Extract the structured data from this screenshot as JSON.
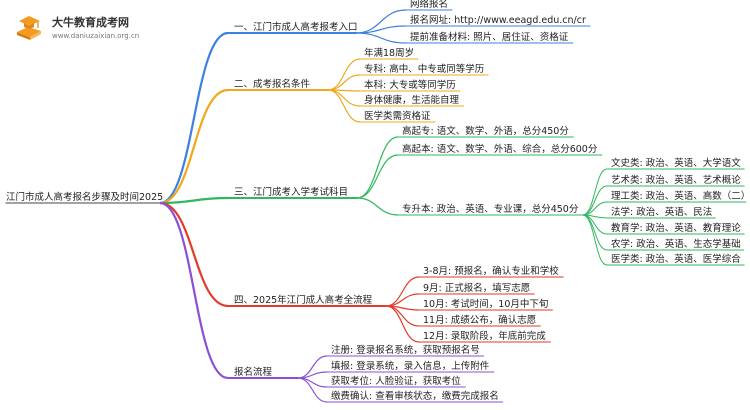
{
  "logo": {
    "title": "大牛教育成考网",
    "url": "www.daniuzaixian.org.cn",
    "icon": "graduation-cap-book-icon"
  },
  "colors": {
    "root_line": "#6a6a6a",
    "b1": "#3f7fe0",
    "b2": "#f0a81c",
    "b3": "#2fb85e",
    "b4": "#e23a2c",
    "b5": "#8c4fd6",
    "logo_orange": "#f59b22"
  },
  "mindmap": {
    "root": "江门市成人高考报名步骤及时间2025",
    "branches": [
      {
        "label": "一、江门市成人高考报考入口",
        "children": [
          {
            "label": "网络报名"
          },
          {
            "label": "报名网址: http://www.eeagd.edu.cn/cr"
          },
          {
            "label": "提前准备材料: 照片、居住证、资格证"
          }
        ]
      },
      {
        "label": "二、成考报名条件",
        "children": [
          {
            "label": "年满18周岁"
          },
          {
            "label": "专科: 高中、中专或同等学历"
          },
          {
            "label": "本科: 大专或等同学历"
          },
          {
            "label": "身体健康，生活能自理"
          },
          {
            "label": "医学类需资格证"
          }
        ]
      },
      {
        "label": "三、江门成考入学考试科目",
        "children": [
          {
            "label": "高起专: 语文、数学、外语，总分450分"
          },
          {
            "label": "高起本: 语文、数学、外语、综合，总分600分"
          },
          {
            "label": "专升本: 政治、英语、专业课，总分450分",
            "children": [
              {
                "label": "文史类: 政治、英语、大学语文"
              },
              {
                "label": "艺术类: 政治、英语、艺术概论"
              },
              {
                "label": "理工类: 政治、英语、高数（二）"
              },
              {
                "label": "法学: 政治、英语、民法"
              },
              {
                "label": "教育学: 政治、英语、教育理论"
              },
              {
                "label": "农学: 政治、英语、生态学基础"
              },
              {
                "label": "医学类: 政治、英语、医学综合"
              }
            ]
          }
        ]
      },
      {
        "label": "四、2025年江门成人高考全流程",
        "children": [
          {
            "label": "3-8月: 预报名，确认专业和学校"
          },
          {
            "label": "9月: 正式报名，填写志愿"
          },
          {
            "label": "10月: 考试时间，10月中下旬"
          },
          {
            "label": "11月: 成绩公布，确认志愿"
          },
          {
            "label": "12月: 录取阶段，年底前完成"
          }
        ]
      },
      {
        "label": "报名流程",
        "children": [
          {
            "label": "注册: 登录报名系统，获取预报名号"
          },
          {
            "label": "填报: 登录系统，录入信息，上传附件"
          },
          {
            "label": "获取考位: 人脸验证，获取考位"
          },
          {
            "label": "缴费确认: 查看审核状态，缴费完成报名"
          }
        ]
      }
    ]
  }
}
